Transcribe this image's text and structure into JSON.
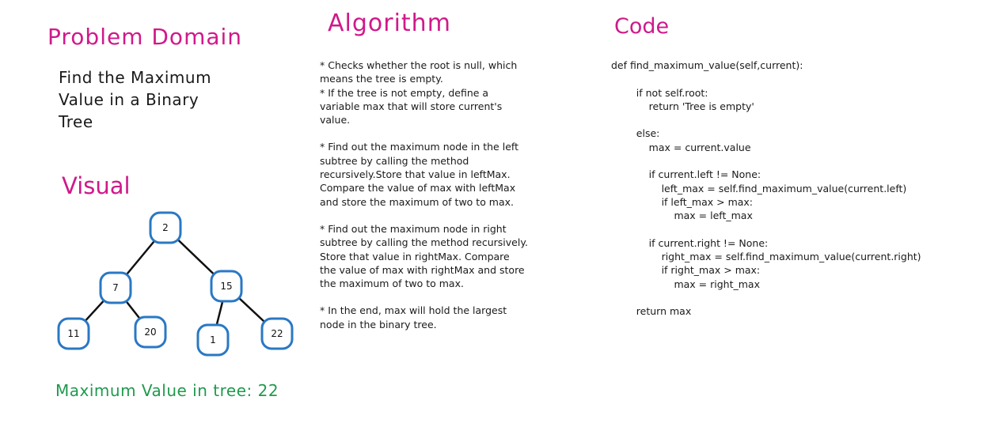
{
  "headings": {
    "problem": "Problem Domain",
    "algorithm": "Algorithm",
    "code": "Code",
    "visual": "Visual"
  },
  "problem_lines": [
    "Find the Maximum",
    "Value in a Binary",
    "Tree"
  ],
  "algorithm_paragraphs": [
    [
      "* Checks whether the root is null, which",
      "means the tree is empty.",
      "* If the tree is not empty, define a",
      "variable max that will store current's",
      "value."
    ],
    [
      "* Find out the maximum node in the left",
      "subtree by calling the method",
      "recursively.Store that value in leftMax.",
      "Compare the value of max with leftMax",
      "and store the maximum of two to max."
    ],
    [
      "* Find out the maximum node in right",
      "subtree by calling the method recursively.",
      "Store that value in rightMax. Compare",
      "the value of max with rightMax and store",
      "the maximum of two to max."
    ],
    [
      "* In the end, max will hold the largest",
      "node in the binary tree."
    ]
  ],
  "code_lines": [
    "def find_maximum_value(self,current):",
    "",
    "        if not self.root:",
    "            return 'Tree is empty'",
    "",
    "        else:",
    "            max = current.value",
    "",
    "            if current.left != None:",
    "                left_max = self.find_maximum_value(current.left)",
    "                if left_max > max:",
    "                    max = left_max",
    "",
    "            if current.right != None:",
    "                right_max = self.find_maximum_value(current.right)",
    "                if right_max > max:",
    "                    max = right_max",
    "",
    "        return max"
  ],
  "tree": {
    "nodes": [
      {
        "id": "n2",
        "label": "2"
      },
      {
        "id": "n7",
        "label": "7"
      },
      {
        "id": "n15",
        "label": "15"
      },
      {
        "id": "n11",
        "label": "11"
      },
      {
        "id": "n20",
        "label": "20"
      },
      {
        "id": "n1",
        "label": "1"
      },
      {
        "id": "n22",
        "label": "22"
      }
    ],
    "edges": [
      [
        "n2",
        "n7"
      ],
      [
        "n2",
        "n15"
      ],
      [
        "n7",
        "n11"
      ],
      [
        "n7",
        "n20"
      ],
      [
        "n15",
        "n1"
      ],
      [
        "n15",
        "n22"
      ]
    ],
    "node_stroke_color": "#2a78c4",
    "edge_color": "#111111"
  },
  "result": "Maximum Value in tree: 22",
  "colors": {
    "heading": "#d0198a",
    "result": "#1f9a4d"
  }
}
